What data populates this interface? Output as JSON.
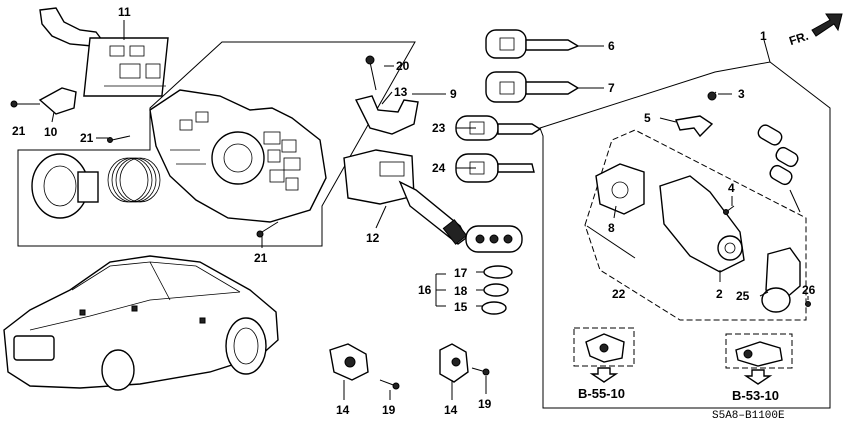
{
  "diagram": {
    "callouts": [
      {
        "id": "c11",
        "text": "11"
      },
      {
        "id": "c20",
        "text": "20"
      },
      {
        "id": "c9",
        "text": "9"
      },
      {
        "id": "c13",
        "text": "13"
      },
      {
        "id": "c21a",
        "text": "21"
      },
      {
        "id": "c10",
        "text": "10"
      },
      {
        "id": "c21b",
        "text": "21"
      },
      {
        "id": "c21c",
        "text": "21"
      },
      {
        "id": "c12",
        "text": "12"
      },
      {
        "id": "c6",
        "text": "6"
      },
      {
        "id": "c7",
        "text": "7"
      },
      {
        "id": "c23",
        "text": "23"
      },
      {
        "id": "c24",
        "text": "24"
      },
      {
        "id": "c1",
        "text": "1"
      },
      {
        "id": "c3",
        "text": "3"
      },
      {
        "id": "c5",
        "text": "5"
      },
      {
        "id": "c4",
        "text": "4"
      },
      {
        "id": "c8",
        "text": "8"
      },
      {
        "id": "c22",
        "text": "22"
      },
      {
        "id": "c2",
        "text": "2"
      },
      {
        "id": "c25",
        "text": "25"
      },
      {
        "id": "c26",
        "text": "26"
      },
      {
        "id": "c16",
        "text": "16"
      },
      {
        "id": "c17",
        "text": "17"
      },
      {
        "id": "c18",
        "text": "18"
      },
      {
        "id": "c15",
        "text": "15"
      },
      {
        "id": "c14a",
        "text": "14"
      },
      {
        "id": "c19a",
        "text": "19"
      },
      {
        "id": "c14b",
        "text": "14"
      },
      {
        "id": "c19b",
        "text": "19"
      }
    ],
    "refs": {
      "b55": "B-55-10",
      "b53": "B-53-10"
    },
    "direction": "FR.",
    "drawing_code": "S5A8–B1100E"
  }
}
